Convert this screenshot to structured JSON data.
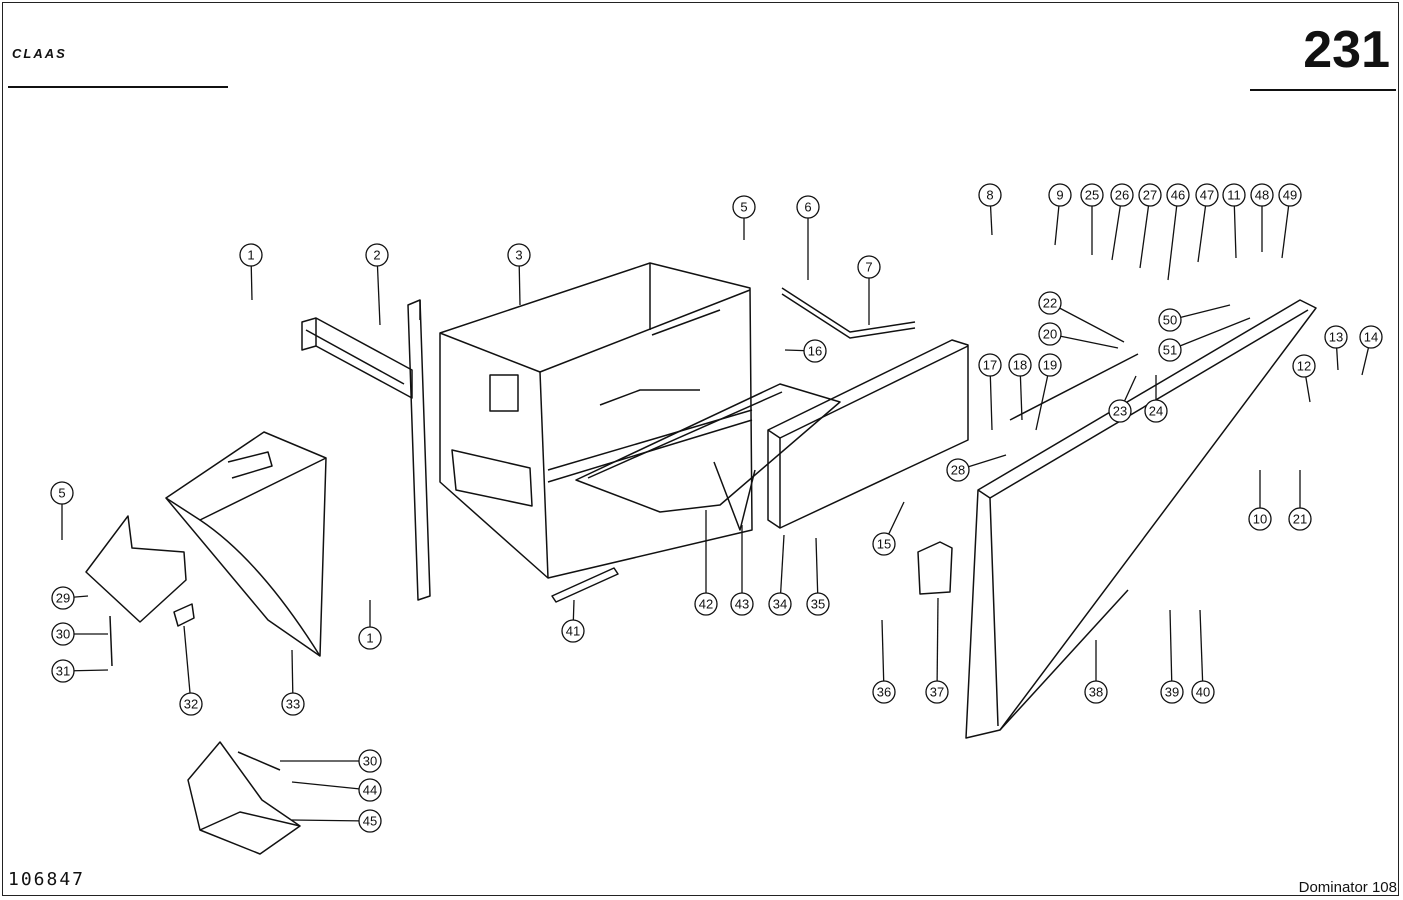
{
  "header": {
    "brand": "CLAAS",
    "page_number": "231"
  },
  "footer": {
    "drawing_number": "106847",
    "model": "Dominator 108"
  },
  "callouts": [
    "1",
    "2",
    "3",
    "5",
    "6",
    "7",
    "8",
    "9",
    "25",
    "26",
    "27",
    "46",
    "47",
    "11",
    "48",
    "49",
    "16",
    "22",
    "20",
    "50",
    "51",
    "13",
    "14",
    "17",
    "18",
    "19",
    "23",
    "24",
    "12",
    "28",
    "5",
    "29",
    "30",
    "31",
    "32",
    "33",
    "1",
    "41",
    "42",
    "43",
    "34",
    "35",
    "15",
    "36",
    "37",
    "38",
    "39",
    "40",
    "10",
    "21",
    "30",
    "44",
    "45"
  ]
}
